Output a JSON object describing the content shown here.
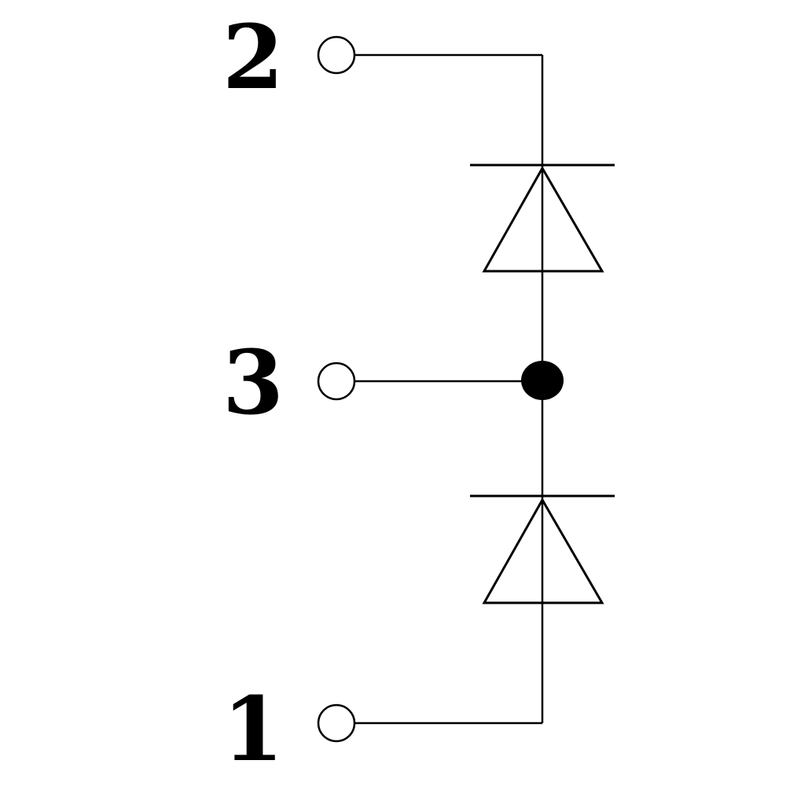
{
  "diagram": {
    "terminals": [
      {
        "id": "pin-2",
        "label": "2"
      },
      {
        "id": "pin-3",
        "label": "3"
      },
      {
        "id": "pin-1",
        "label": "1"
      }
    ],
    "components": [
      {
        "id": "diode-upper",
        "type": "diode",
        "orientation": "anode-bottom"
      },
      {
        "id": "diode-lower",
        "type": "diode",
        "orientation": "anode-bottom"
      }
    ],
    "junctions": [
      {
        "id": "node-3",
        "connects": [
          "diode-upper",
          "diode-lower",
          "pin-3"
        ]
      }
    ],
    "colors": {
      "line": "#000000",
      "background": "#ffffff"
    }
  }
}
